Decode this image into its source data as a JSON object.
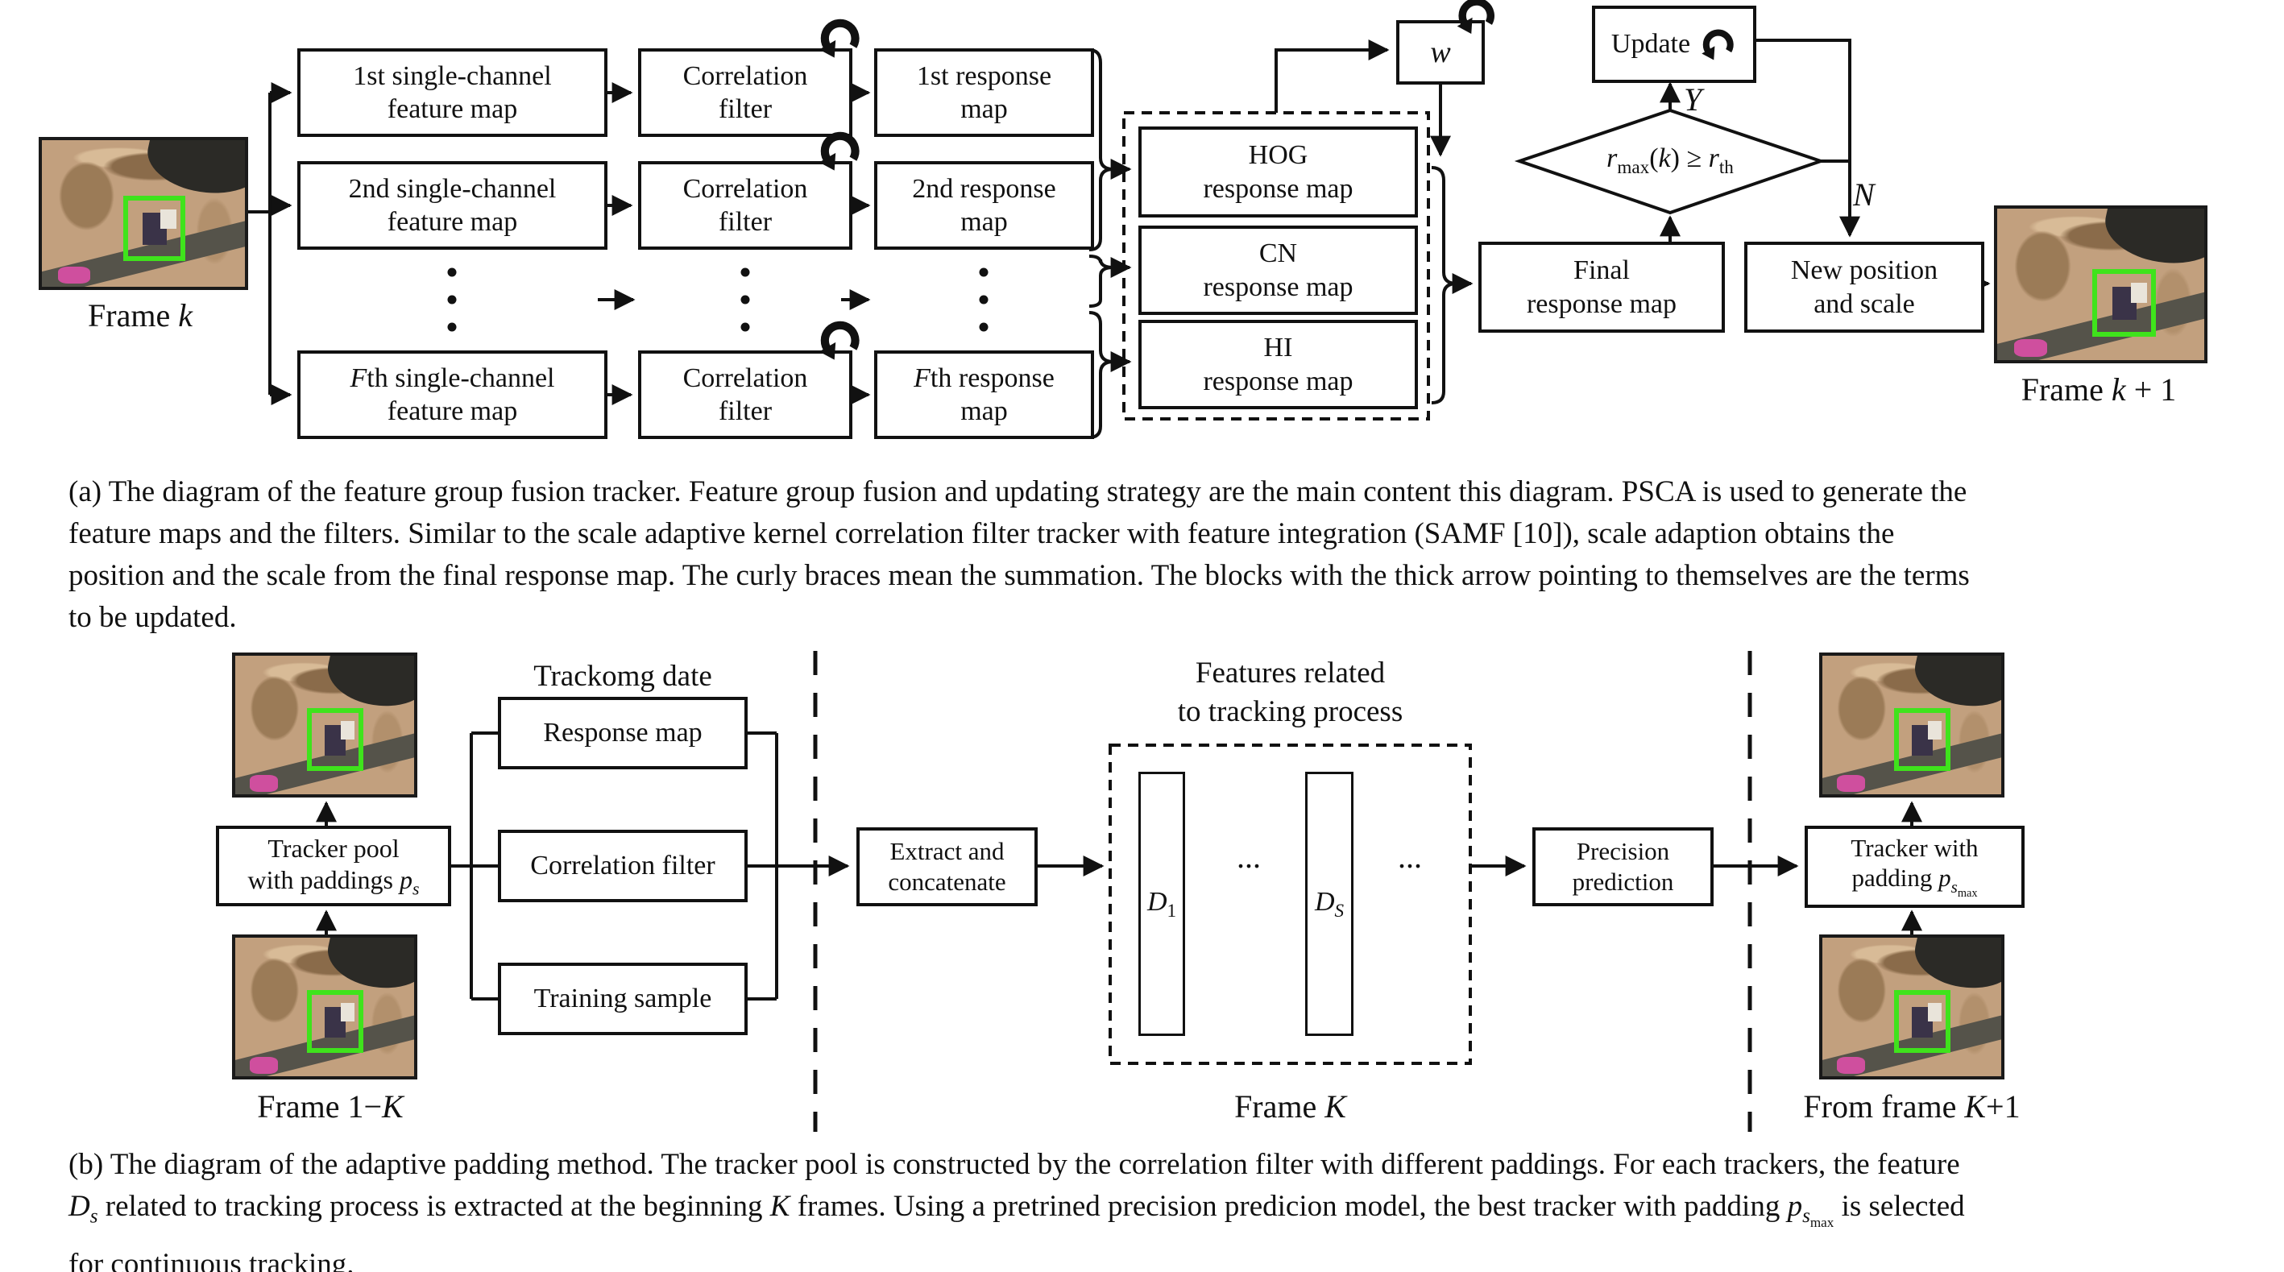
{
  "colors": {
    "line": "#111111",
    "target_box": "#3fe31c",
    "photo_tan": "#c2a07e",
    "photo_band": "#55534a",
    "photo_pink": "#cf4f9e"
  },
  "diagram_a": {
    "frame_in": {
      "pre": "Frame ",
      "k": "k"
    },
    "frame_out": {
      "pre": "Frame ",
      "k": "k",
      "post": " + 1"
    },
    "feature_maps": [
      {
        "top": "1st single-channel",
        "bottom": "feature map"
      },
      {
        "top": "2nd single-channel",
        "bottom": "feature map"
      },
      {
        "topvar": "F",
        "toprest": "th single-channel",
        "bottom": "feature map"
      }
    ],
    "correlation_filter": {
      "top": "Correlation",
      "bottom": "filter"
    },
    "response_maps": [
      {
        "top": "1st response",
        "bottom": "map"
      },
      {
        "top": "2nd response",
        "bottom": "map"
      },
      {
        "topvar": "F",
        "toprest": "th response",
        "bottom": "map"
      }
    ],
    "group_maps": [
      {
        "top": "HOG",
        "bottom": "response map"
      },
      {
        "top": "CN",
        "bottom": "response map"
      },
      {
        "top": "HI",
        "bottom": "response map"
      }
    ],
    "weight": "w",
    "update_label": "Update",
    "final_box": {
      "top": "Final",
      "bottom": "response map"
    },
    "condition": {
      "ra": "r",
      "rasub": "max",
      "open": "(",
      "kvar": "k",
      "close": ") ≥ ",
      "rb": "r",
      "rbsub": "th"
    },
    "yes": "Y",
    "no": "N",
    "new_position": {
      "top": "New position",
      "bottom": "and scale"
    }
  },
  "diagram_b": {
    "tracker_pool": {
      "top": "Tracker pool",
      "b1": "with paddings ",
      "p": "p",
      "psub": "s"
    },
    "frame_range": {
      "pre": "Frame 1−",
      "K": "K"
    },
    "tracking_data_title": "Trackomg date",
    "stack": [
      "Response map",
      "Correlation filter",
      "Training sample"
    ],
    "extract": {
      "top": "Extract and",
      "bottom": "concatenate"
    },
    "features_title": {
      "l1": "Features related",
      "l2": "to tracking process"
    },
    "d_first": {
      "D": "D",
      "sub": "1"
    },
    "d_s": {
      "D": "D",
      "sub": "S"
    },
    "dots1": "...",
    "dots2": "...",
    "frame_K": {
      "pre": "Frame ",
      "K": "K"
    },
    "precision": {
      "top": "Precision",
      "bottom": "prediction"
    },
    "tracker_with": {
      "top": "Tracker with",
      "b1": "padding ",
      "p": "p",
      "psub": "s",
      "pmax": "max"
    },
    "from_frame": {
      "pre": "From frame ",
      "K": "K",
      "post": "+1"
    }
  },
  "captions": {
    "a": {
      "l1": "(a) The diagram of the feature group fusion tracker. Feature group fusion and updating strategy are the main content this diagram. PSCA is used to generate the",
      "l2": "feature maps and the filters. Similar to the scale adaptive kernel correlation filter tracker with feature integration (SAMF [10]), scale adaption obtains the",
      "l3": "position and the scale from the final response map. The curly braces mean the summation. The blocks with the thick arrow pointing to themselves are the terms",
      "l4": "to be updated."
    },
    "b": {
      "l1": "(b) The diagram of the adaptive padding method. The tracker pool is constructed by the correlation filter with different paddings. For each trackers, the feature",
      "l2D": "D",
      "l2Ds": "s",
      "l2t1": " related to tracking process is extracted at the beginning ",
      "l2K": "K",
      "l2t2": " frames. Using a pretrined precision predicion model, the best tracker with padding ",
      "l2p": "p",
      "l2ps": "s",
      "l2pmax": "max",
      "l2t3": " is selected",
      "l3": "for continuous tracking."
    }
  }
}
